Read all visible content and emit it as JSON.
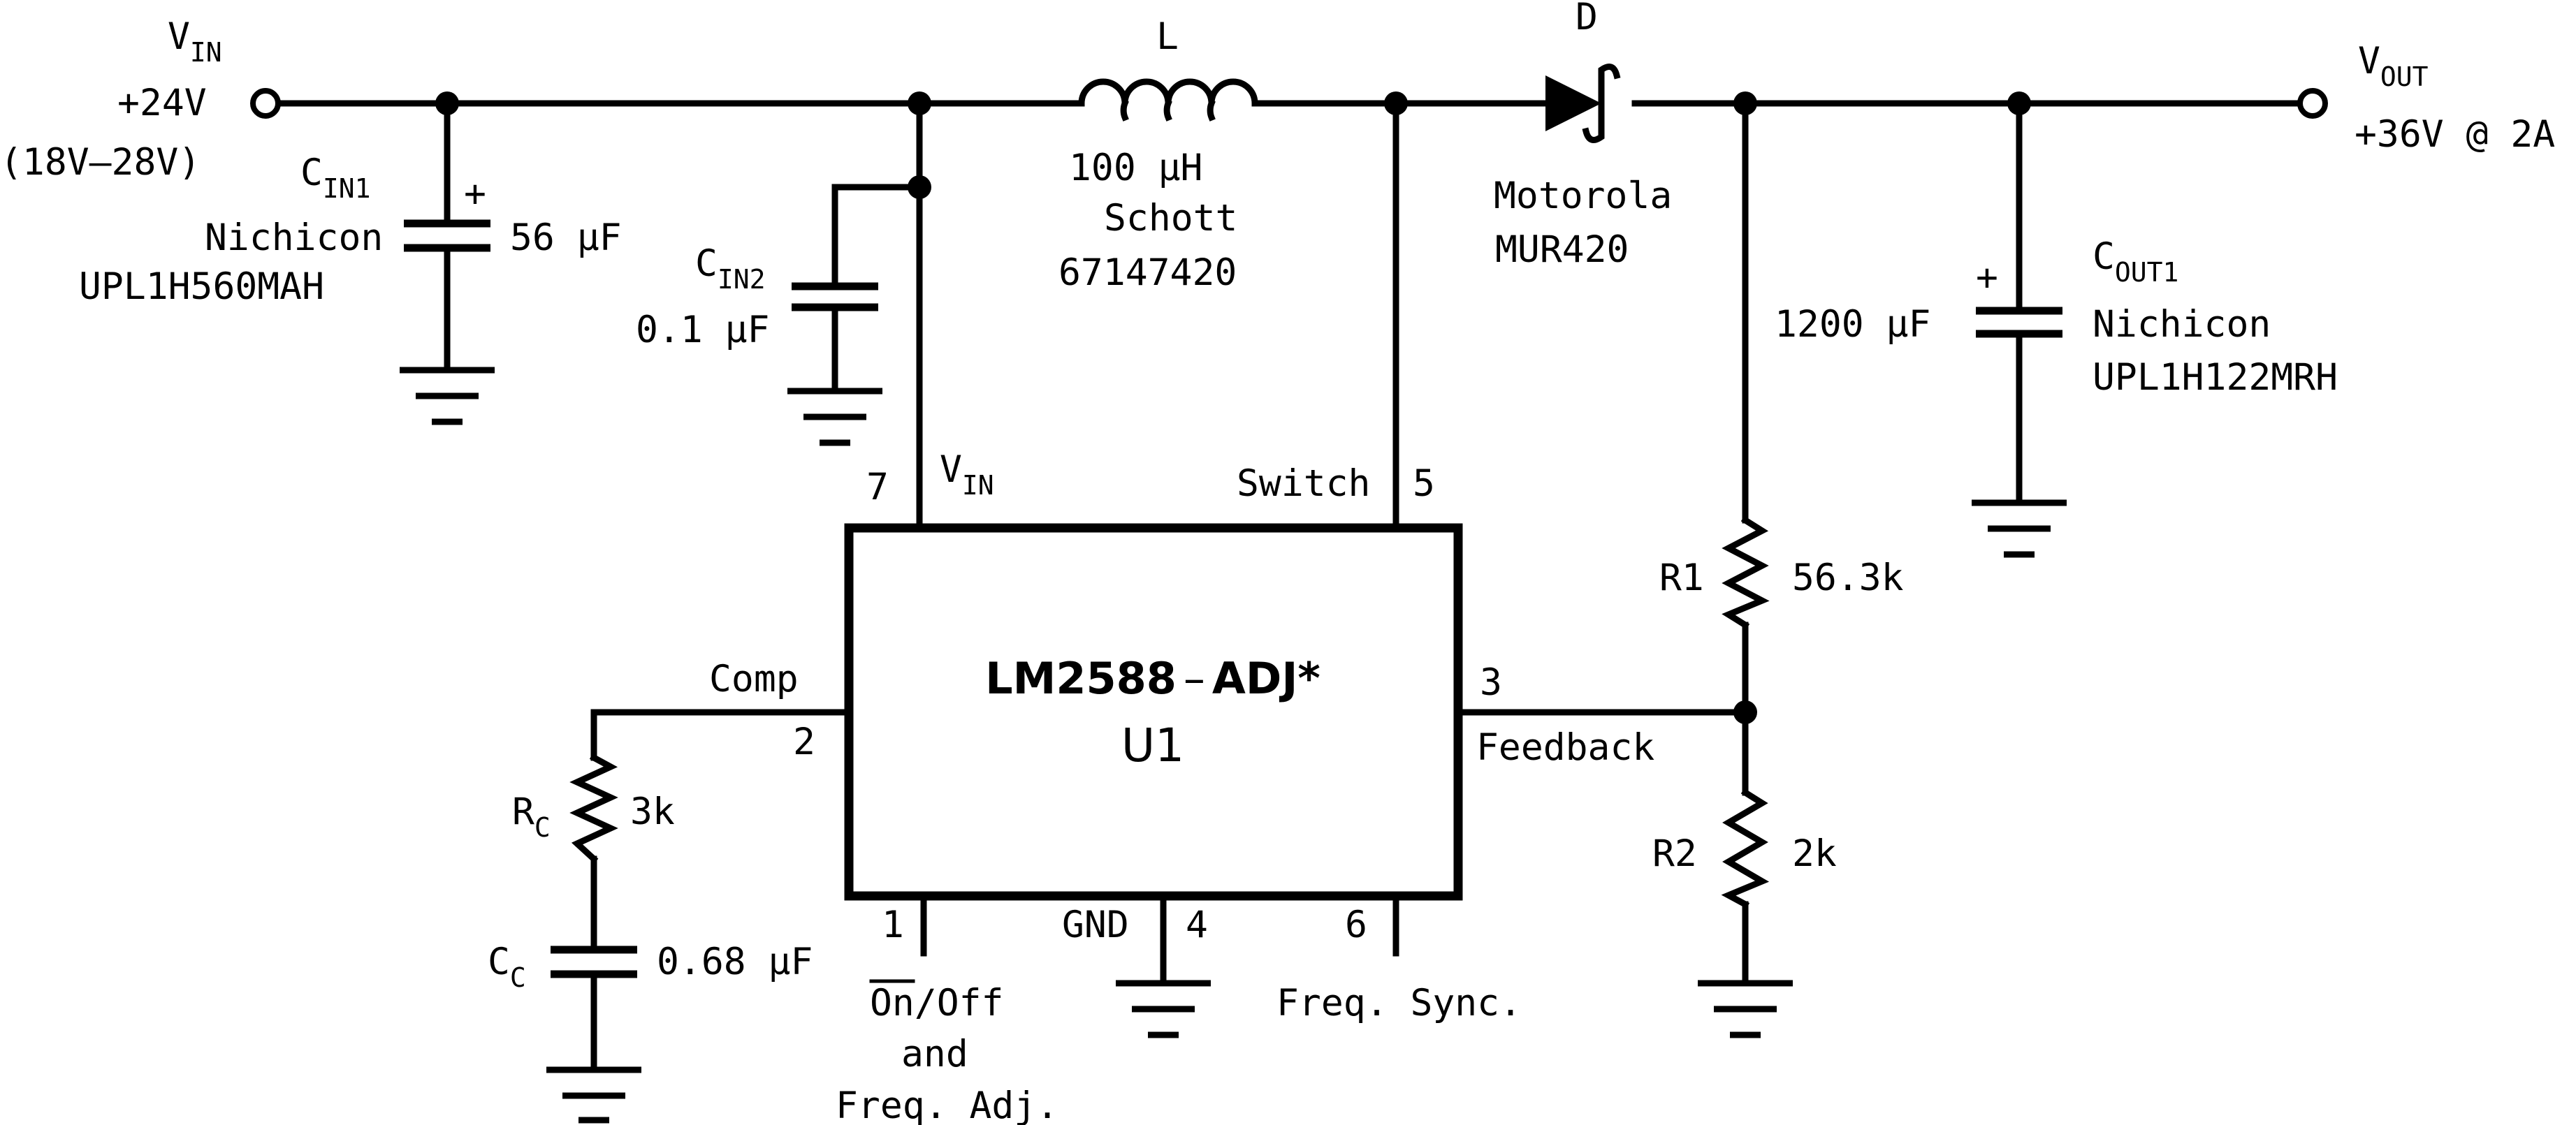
{
  "input": {
    "v_main": "V",
    "v_sub": "IN",
    "voltage": "+24V",
    "range": "(18V–28V)"
  },
  "output": {
    "v_main": "V",
    "v_sub": "OUT",
    "spec": "+36V @ 2A"
  },
  "cin1": {
    "ref_main": "C",
    "ref_sub": "IN1",
    "mfr": "Nichicon",
    "part": "UPL1H560MAH",
    "value": "56 μF",
    "polarity": "+"
  },
  "cin2": {
    "ref_main": "C",
    "ref_sub": "IN2",
    "value": "0.1 μF"
  },
  "inductor": {
    "ref": "L",
    "value": "100 μH",
    "mfr": "Schott",
    "part": "67147420"
  },
  "diode": {
    "ref": "D",
    "mfr": "Motorola",
    "part": "MUR420"
  },
  "cout1": {
    "ref_main": "C",
    "ref_sub": "OUT1",
    "mfr": "Nichicon",
    "part": "UPL1H122MRH",
    "value": "1200 μF",
    "polarity": "+"
  },
  "r1": {
    "ref": "R1",
    "value": "56.3k"
  },
  "r2": {
    "ref": "R2",
    "value": "2k"
  },
  "rc": {
    "ref_main": "R",
    "ref_sub": "C",
    "value": "3k"
  },
  "cc": {
    "ref_main": "C",
    "ref_sub": "C",
    "value": "0.68 μF"
  },
  "ic": {
    "name": "LM2588",
    "dash": "–",
    "suffix": "ADJ*",
    "ref": "U1",
    "pins": {
      "vin_num": "7",
      "vin_main": "V",
      "vin_sub": "IN",
      "switch_label": "Switch",
      "switch_num": "5",
      "comp_label": "Comp",
      "comp_num": "2",
      "fb_num": "3",
      "fb_label": "Feedback",
      "onoff_num": "1",
      "onoff_bar": "On",
      "onoff_rest": "/Off",
      "onoff_line2": "and",
      "onoff_line3": "Freq. Adj.",
      "gnd_label": "GND",
      "gnd_num": "4",
      "sync_num": "6",
      "sync_label": "Freq. Sync."
    }
  }
}
